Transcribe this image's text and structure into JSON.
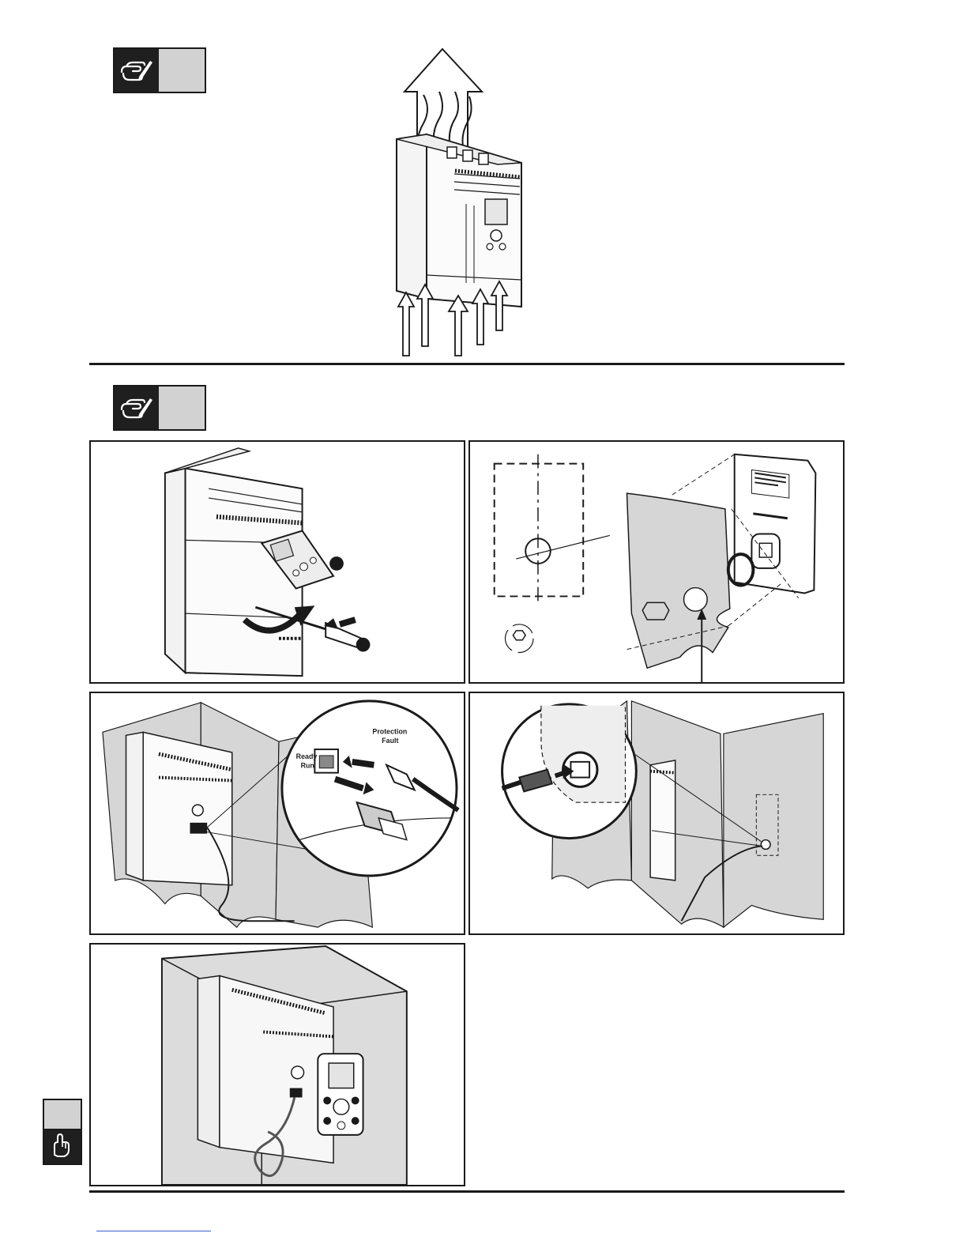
{
  "panel3": {
    "label_ready": "Ready",
    "label_run": "Run",
    "label_protection": "Protection",
    "label_fault": "Fault"
  },
  "colors": {
    "ink": "#1a1a1a",
    "badge_dark": "#1f1f1f",
    "badge_light": "#d2d2d2",
    "enclosure_grey": "#d6d6d6",
    "link_blue": "#3c5bd1"
  },
  "icons": {
    "badge": "hand-writing-icon",
    "side_tab": "hand-pointing-icon"
  }
}
